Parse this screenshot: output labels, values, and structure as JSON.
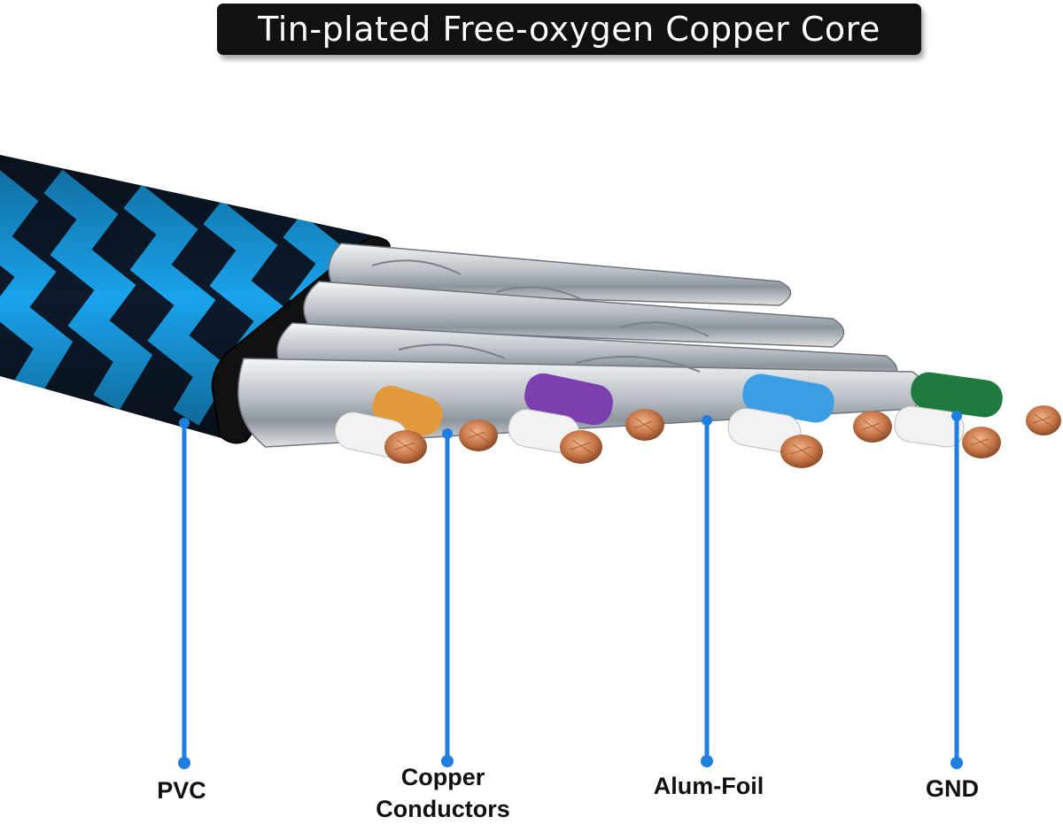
{
  "title": "Tin-plated Free-oxygen Copper Core",
  "labels": {
    "pvc": "PVC",
    "copper_line1": "Copper",
    "copper_line2": "Conductors",
    "foil": "Alum-Foil",
    "gnd": "GND"
  },
  "colors": {
    "title_background": "#111111",
    "title_text": "#ffffff",
    "callout_line": "#1f7fe0",
    "jacket_blue": "#1aa3ec",
    "jacket_dark": "#0d1a2b",
    "foil_silver": "#c9ced3",
    "copper": "#c8784a",
    "orange_insulation": "#e39a3a",
    "purple_insulation": "#7b3fb0",
    "blue_insulation": "#3d9ee6",
    "green_insulation": "#1f7a3e",
    "white_insulation": "#f2f2f2"
  }
}
